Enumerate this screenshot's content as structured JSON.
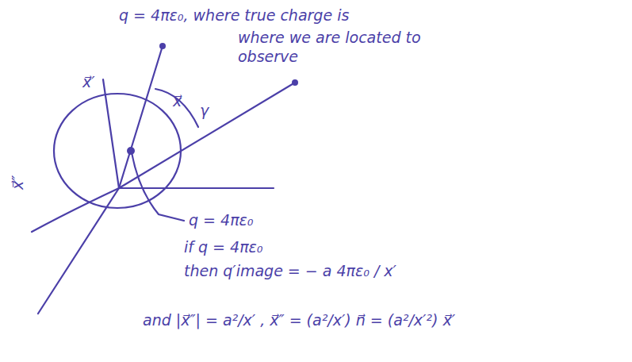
{
  "diagram": {
    "labels": [
      "q = 4πε₀, where true charge is",
      "where we are located to observe",
      "x⃗′",
      "x⃗",
      "γ",
      "x⃗″",
      "q = 4πε₀",
      "if q = 4πε₀",
      "then q′image = − a 4πε₀ / x′",
      "and |x⃗″| = a²/x′ ,  x⃗″ = (a²/x′) n⃗ = (a²/x′²) x⃗′"
    ]
  }
}
